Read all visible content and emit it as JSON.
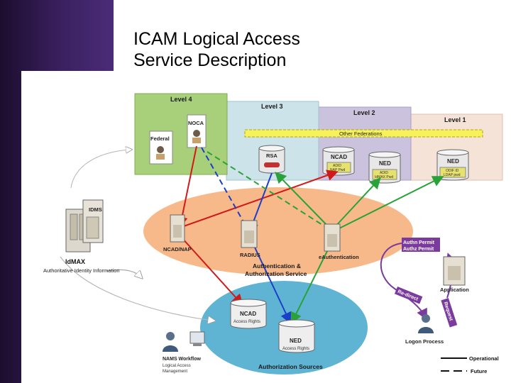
{
  "slide": {
    "title_line1": "ICAM Logical Access",
    "title_line2": "Service Description"
  },
  "levels": {
    "l4": "Level 4",
    "l3": "Level 3",
    "l2": "Level 2",
    "l1": "Level 1",
    "other_federations": "Other Federations"
  },
  "credentials": {
    "noca": "NOCA",
    "federal": "Federal",
    "rsa": "RSA",
    "ncad_top": "NCAD",
    "ncad_top_sub1": "ADID",
    "ncad_top_sub2": "NAP Pwd",
    "ned_l2": "NED",
    "ned_l2_sub1": "ADID",
    "ned_l2_sub2": "IdMAX Pwd",
    "ned_l1": "NED",
    "ned_l1_sub1": "ODIF ID",
    "ned_l1_sub2": "LDAP pwd"
  },
  "identity": {
    "idms": "IDMS",
    "idmax": "IdMAX",
    "idmax_sub": "Authoritative Identity Information"
  },
  "auth_service": {
    "ncad_nap": "NCAD/NAP",
    "radius": "RADIUS",
    "eauth": "eAuthentication",
    "label_line1": "Authentication &",
    "label_line2": "Authorization Service"
  },
  "flow": {
    "authn_permit": "Authn Permit",
    "authz_permit": "Authz Permit",
    "redirect": "Re-direct",
    "request": "Request",
    "application": "Application",
    "logon_process": "Logon Process"
  },
  "sources": {
    "ncad": "NCAD",
    "ncad_sub": "Access Rights",
    "ned": "NED",
    "ned_sub": "Access Rights",
    "label": "Authorization Sources"
  },
  "nams": {
    "line1": "NAMS Workflow",
    "line2": "Logical Access",
    "line3": "Management"
  },
  "legend": {
    "operational": "Operational",
    "future": "Future"
  },
  "colors": {
    "level4": "#a8cf7a",
    "level3": "#cce3ea",
    "level2": "#cbc3dd",
    "level1": "#f6e3d7",
    "auth_ellipse": "#f8b98a",
    "sources_ellipse": "#5fb4d4",
    "red_line": "#d01a1a",
    "blue_line": "#1c3fc9",
    "green_line": "#2aa23a",
    "purple_flow": "#7a3a9e"
  }
}
